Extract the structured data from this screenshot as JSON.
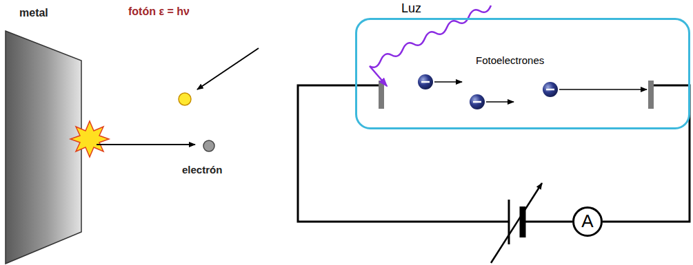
{
  "diagram": {
    "nodes": [
      {
        "text": [
          "Fotoelectrones"
        ]
      },
      {
        "text": [
          "A"
        ]
      }
    ],
    "labels": [
      "metal",
      "fotón ε = hν",
      "electrón",
      "Luz"
    ]
  }
}
